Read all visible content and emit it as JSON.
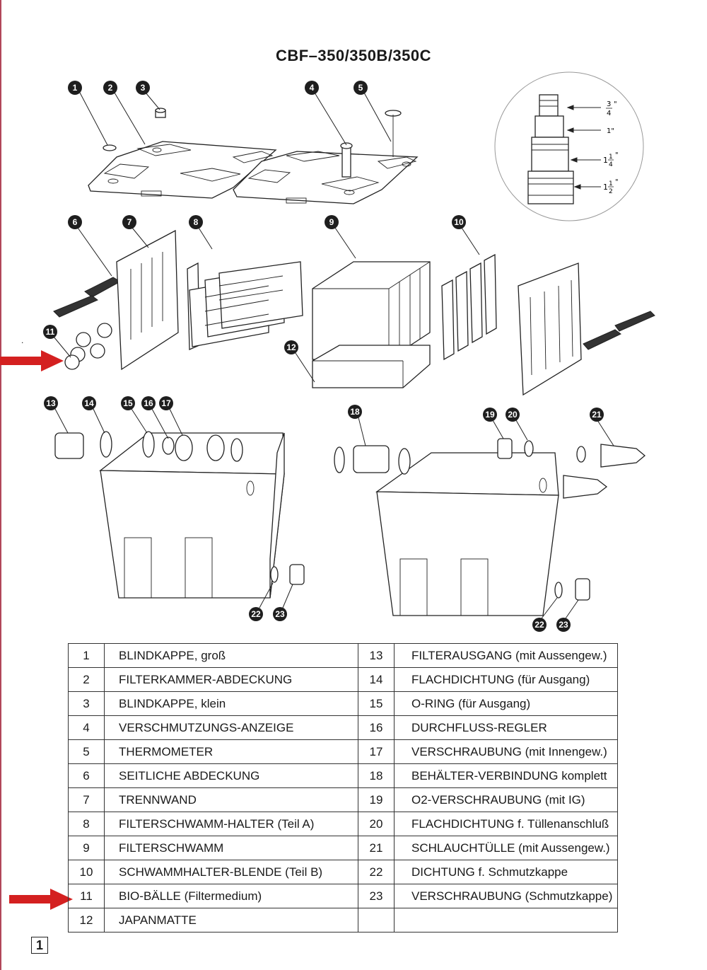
{
  "title": "CBF–350/350B/350C",
  "page_number": "1",
  "callouts": [
    "1",
    "2",
    "3",
    "4",
    "5",
    "6",
    "7",
    "8",
    "9",
    "10",
    "11",
    "12",
    "13",
    "14",
    "15",
    "16",
    "17",
    "18",
    "19",
    "20",
    "21",
    "22",
    "23"
  ],
  "fitting_sizes": {
    "s1": {
      "num": "3",
      "den": "4"
    },
    "s2": "1\"",
    "s3": {
      "whole": "1",
      "num": "1",
      "den": "4"
    },
    "s4": {
      "whole": "1",
      "num": "1",
      "den": "2"
    }
  },
  "colors": {
    "highlight_arrow": "#d42020",
    "callout_fill": "#1e1e1e",
    "left_rule": "#b1475a"
  },
  "parts": [
    {
      "left_num": "1",
      "left_name": "BLINDKAPPE, groß",
      "right_num": "13",
      "right_name": "FILTERAUSGANG (mit Aussengew.)"
    },
    {
      "left_num": "2",
      "left_name": "FILTERKAMMER-ABDECKUNG",
      "right_num": "14",
      "right_name": "FLACHDICHTUNG (für Ausgang)"
    },
    {
      "left_num": "3",
      "left_name": "BLINDKAPPE, klein",
      "right_num": "15",
      "right_name": "O-RING (für Ausgang)"
    },
    {
      "left_num": "4",
      "left_name": "VERSCHMUTZUNGS-ANZEIGE",
      "right_num": "16",
      "right_name": "DURCHFLUSS-REGLER"
    },
    {
      "left_num": "5",
      "left_name": "THERMOMETER",
      "right_num": "17",
      "right_name": "VERSCHRAUBUNG (mit Innengew.)"
    },
    {
      "left_num": "6",
      "left_name": "SEITLICHE ABDECKUNG",
      "right_num": "18",
      "right_name": "BEHÄLTER-VERBINDUNG komplett"
    },
    {
      "left_num": "7",
      "left_name": "TRENNWAND",
      "right_num": "19",
      "right_name": "O2-VERSCHRAUBUNG (mit IG)"
    },
    {
      "left_num": "8",
      "left_name": "FILTERSCHWAMM-HALTER (Teil A)",
      "right_num": "20",
      "right_name": "FLACHDICHTUNG f. Tüllenanschluß"
    },
    {
      "left_num": "9",
      "left_name": "FILTERSCHWAMM",
      "right_num": "21",
      "right_name": "SCHLAUCHTÜLLE (mit Aussengew.)"
    },
    {
      "left_num": "10",
      "left_name": "SCHWAMMHALTER-BLENDE (Teil B)",
      "right_num": "22",
      "right_name": "DICHTUNG f. Schmutzkappe"
    },
    {
      "left_num": "11",
      "left_name": "BIO-BÄLLE (Filtermedium)",
      "right_num": "23",
      "right_name": "VERSCHRAUBUNG (Schmutzkappe)"
    },
    {
      "left_num": "12",
      "left_name": "JAPANMATTE",
      "right_num": "",
      "right_name": ""
    }
  ]
}
